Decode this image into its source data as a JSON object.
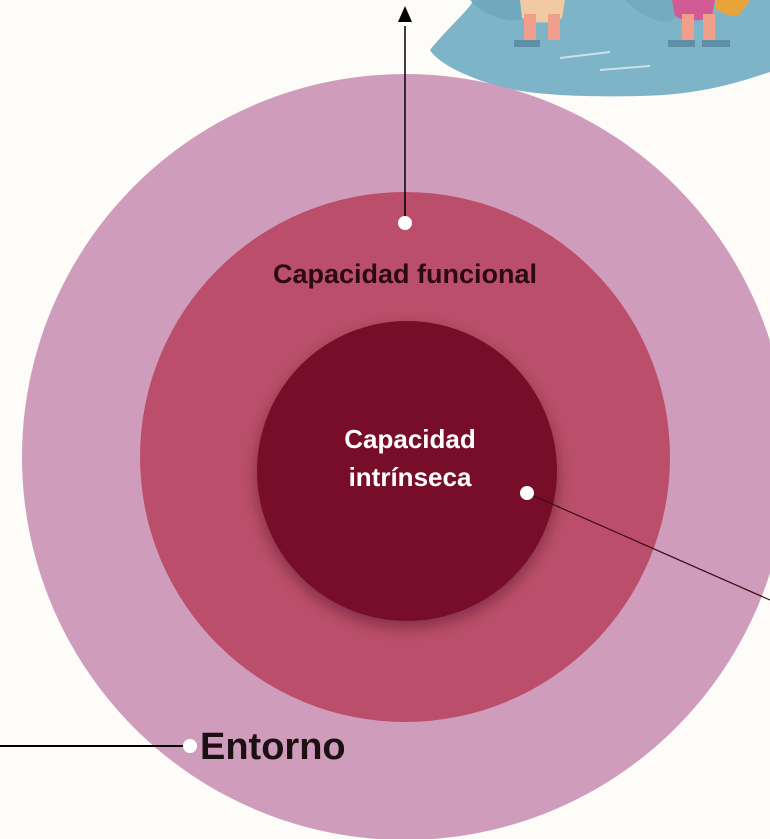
{
  "diagram": {
    "layers": [
      {
        "id": "entorno",
        "label": "Entorno",
        "color": "#cf9dbb"
      },
      {
        "id": "capacidad-funcional",
        "label": "Capacidad funcional",
        "color": "#bb4f6b"
      },
      {
        "id": "capacidad-intrinseca",
        "label_line1": "Capacidad",
        "label_line2": "intrínseca",
        "color": "#78112b"
      }
    ],
    "illustration": {
      "water_color": "#7eb4c8",
      "skin_color": "#f0a08a",
      "pink_color": "#d25b96"
    },
    "connector_color": "#000000",
    "dot_color": "#ffffff"
  }
}
